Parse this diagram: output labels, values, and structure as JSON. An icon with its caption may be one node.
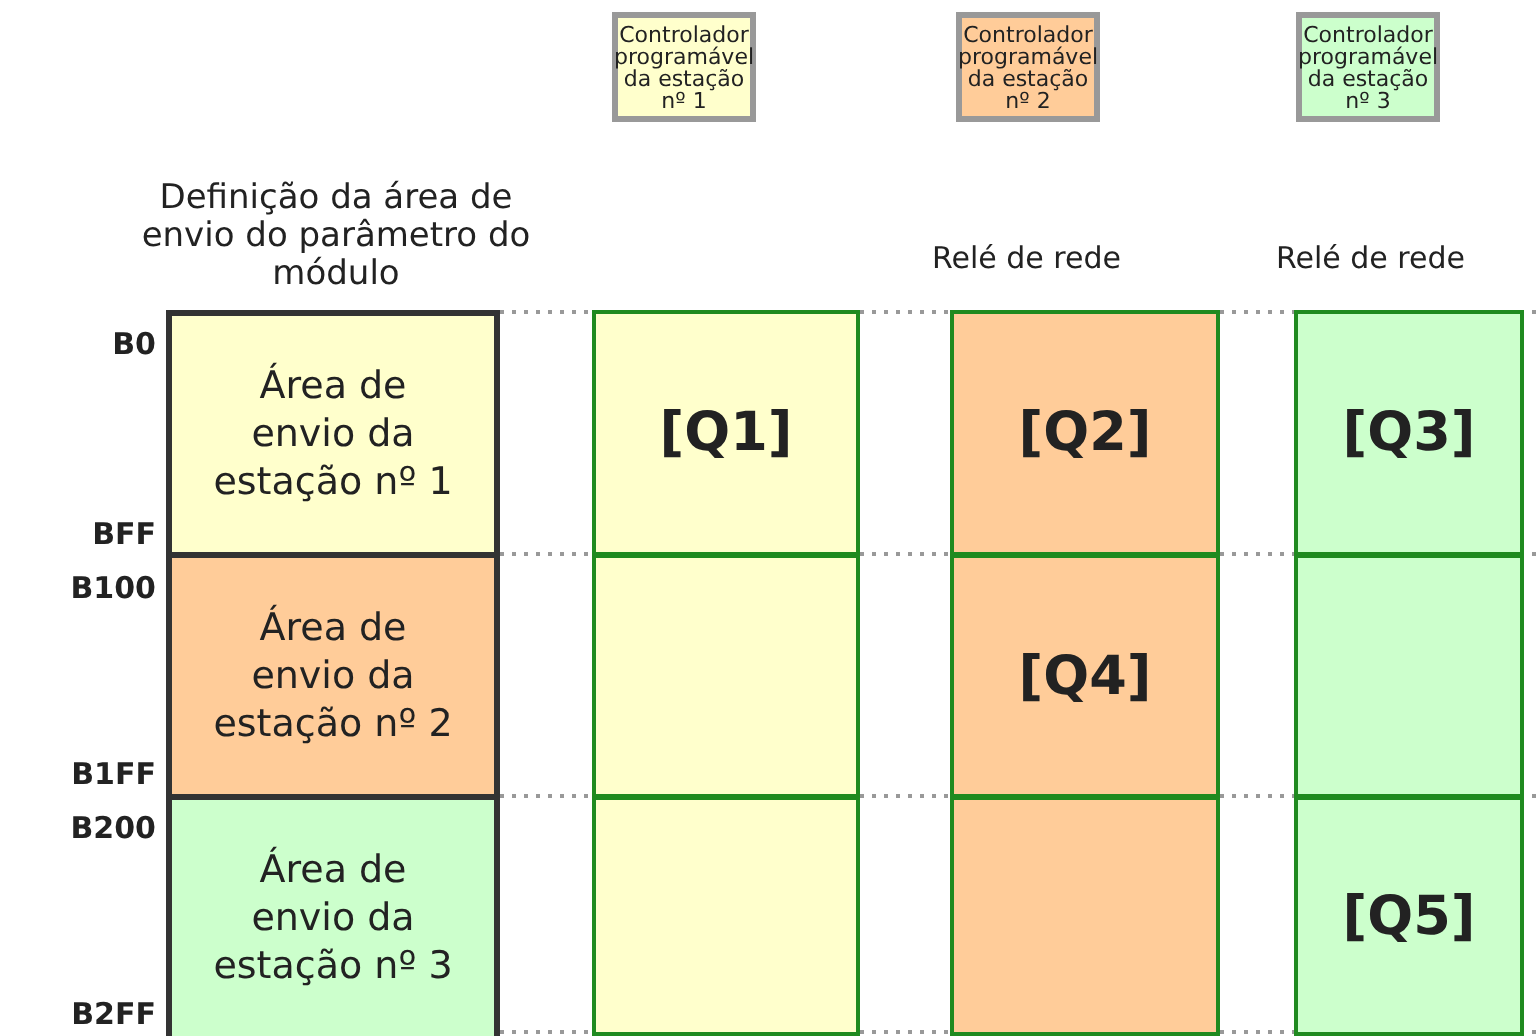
{
  "diagram": {
    "nodes": [
      {
        "text": [
          "Controlador programável da estação nº 1"
        ]
      },
      {
        "text": [
          "Controlador programável da estação nº 2"
        ]
      },
      {
        "text": [
          "Controlador programável da estação nº 3"
        ]
      },
      {
        "text": [
          "Área de envio da estação nº 1"
        ]
      },
      {
        "text": [
          "Área de envio da estação nº 2"
        ]
      },
      {
        "text": [
          "Área de envio da estação nº 3"
        ]
      },
      {
        "text": [
          "[Q1]"
        ]
      },
      {
        "text": [
          "[Q2]"
        ]
      },
      {
        "text": [
          "[Q3]"
        ]
      },
      {
        "text": [],
        "shape": "box"
      },
      {
        "text": [
          "[Q4]"
        ]
      },
      {
        "text": [],
        "shape": "box"
      },
      {
        "text": [],
        "shape": "box"
      },
      {
        "text": [],
        "shape": "box"
      },
      {
        "text": [
          "[Q5]"
        ]
      }
    ],
    "edges": [],
    "labels": [
      "Definição da área de envio do parâmetro do módulo",
      "Relé de rede",
      "Relé de rede",
      "B0",
      "BFF",
      "B100",
      "B1FF",
      "B200",
      "B2FF"
    ]
  }
}
